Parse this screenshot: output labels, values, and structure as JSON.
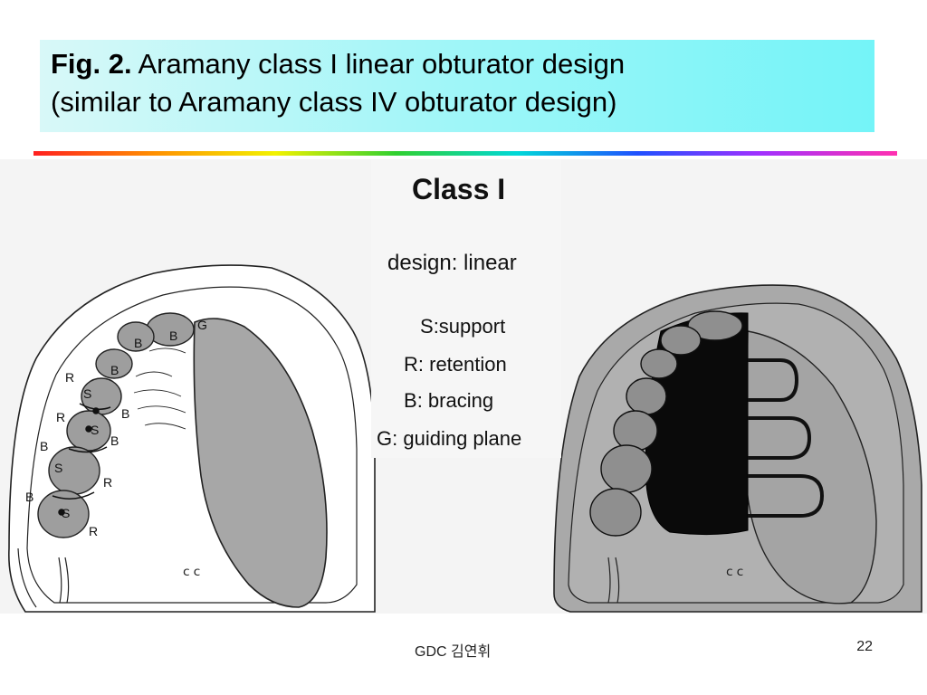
{
  "title": {
    "prefix": "Fig. 2.",
    "line1": " Aramany class I linear obturator design",
    "line2": "(similar to Aramany class IV obturator design)"
  },
  "figure": {
    "heading": "Class I",
    "design": "design:  linear",
    "legend": [
      {
        "letter": "S",
        "text": ":support"
      },
      {
        "letter": "R",
        "text": ":  retention"
      },
      {
        "letter": "B",
        "text": ":  bracing"
      },
      {
        "letter": "G",
        "text": ":  guiding plane"
      }
    ],
    "tooth_labels": {
      "b": "B",
      "r": "R",
      "s": "S",
      "g": "G"
    }
  },
  "footer": {
    "left": "GDC 김연휘",
    "page_number": "22"
  }
}
